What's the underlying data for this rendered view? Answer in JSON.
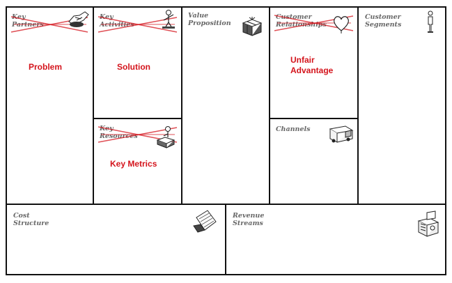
{
  "canvas": {
    "key_partners": {
      "label": "Key\nPartners",
      "struck": true
    },
    "key_activities": {
      "label": "Key\nActivities",
      "struck": true
    },
    "value_proposition": {
      "label": "Value\nProposition",
      "struck": false
    },
    "customer_relationships": {
      "label": "Customer\nRelationships",
      "struck": true
    },
    "customer_segments": {
      "label": "Customer\nSegments",
      "struck": false
    },
    "key_resources": {
      "label": "Key\nResources",
      "struck": true
    },
    "channels": {
      "label": "Channels",
      "struck": false
    },
    "cost_structure": {
      "label": "Cost\nStructure",
      "struck": false
    },
    "revenue_streams": {
      "label": "Revenue\nStreams",
      "struck": false
    }
  },
  "lean_labels": {
    "problem": "Problem",
    "solution": "Solution",
    "unfair_advantage": "Unfair\nAdvantage",
    "key_metrics": "Key Metrics"
  },
  "colors": {
    "strike": "#d4141c",
    "lean_text": "#d4141c",
    "border": "#111111",
    "label": "#666666"
  },
  "icons": {
    "key_partners": "handshake-icon",
    "key_activities": "worker-icon",
    "value_proposition": "gift-icon",
    "customer_relationships": "heart-icon",
    "customer_segments": "person-icon",
    "key_resources": "resources-icon",
    "channels": "truck-icon",
    "cost_structure": "price-tag-icon",
    "revenue_streams": "cash-register-icon"
  }
}
